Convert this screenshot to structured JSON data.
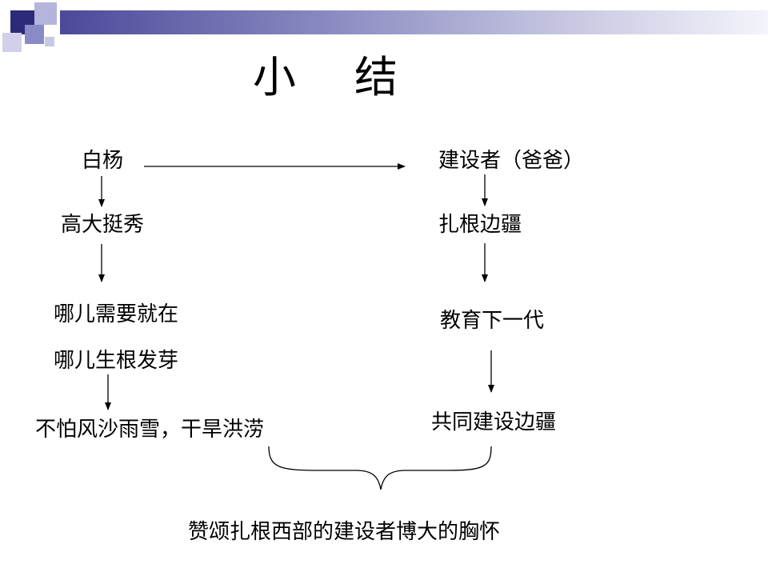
{
  "slide": {
    "title_chars": [
      "小",
      "结"
    ],
    "left_column": {
      "n1": "白杨",
      "n2": "高大挺秀",
      "n3_line1": "哪儿需要就在",
      "n3_line2": "哪儿生根发芽",
      "n4": "不怕风沙雨雪，干旱洪涝"
    },
    "right_column": {
      "n1": "建设者（爸爸）",
      "n2": "扎根边疆",
      "n3": "教育下一代",
      "n4": "共同建设边疆"
    },
    "conclusion": "赞颂扎根西部的建设者博大的胸怀"
  },
  "colors": {
    "header_band_dark": "#4a4a9a",
    "header_band_light": "#f4f4fb",
    "square_dark": "#2b2b7a",
    "square_light": "#b4b4dc"
  }
}
